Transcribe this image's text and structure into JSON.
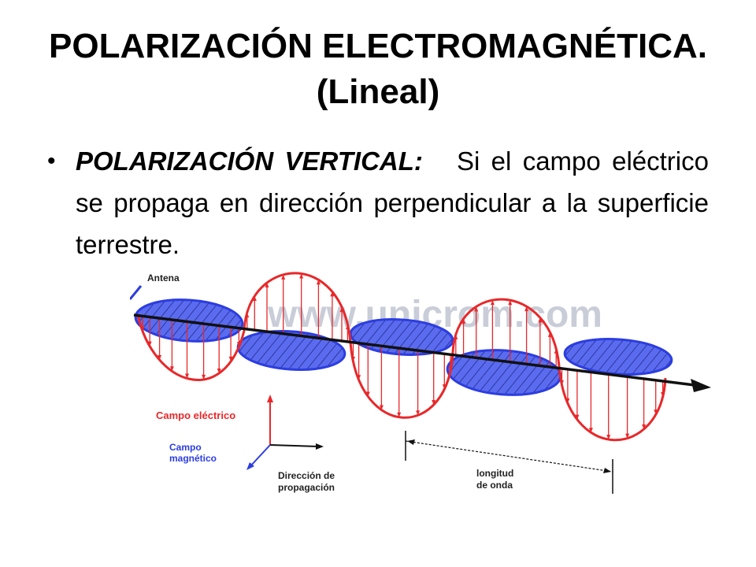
{
  "slide": {
    "title_line1": "POLARIZACIÓN ELECTROMAGNÉTICA.",
    "title_line2": "(Lineal)",
    "bullet_term": "POLARIZACIÓN VERTICAL:",
    "bullet_text": "Si el campo eléctrico se propaga en dirección perpendicular a la superficie terrestre."
  },
  "figure": {
    "antenna_label": "Antena",
    "watermark": "www.unicrom.com",
    "electric_field_label": "Campo eléctrico",
    "magnetic_field_label_line1": "Campo",
    "magnetic_field_label_line2": "magnético",
    "propagation_label_line1": "Dirección de",
    "propagation_label_line2": "propagación",
    "wavelength_label_line1": "longitud",
    "wavelength_label_line2": "de onda",
    "colors": {
      "electric": "#e8282a",
      "magnetic": "#2c3de0",
      "axis": "#111111",
      "watermark": "#c9cdd8"
    }
  }
}
